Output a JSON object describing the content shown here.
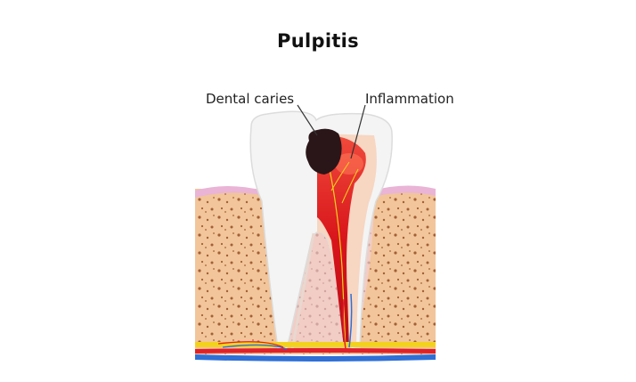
{
  "diagram": {
    "title": "Pulpitis",
    "labels": {
      "caries": "Dental caries",
      "inflammation": "Inflammation"
    }
  },
  "colors": {
    "bone": "#f2c59a",
    "bone_pores": "#a35f35",
    "gum": "#e9b4d6",
    "enamel": "#f4f4f4",
    "dentin": "#f7d6c2",
    "pulp_inflamed": "#d8141a",
    "caries": "#2a1618",
    "artery": "#e0202a",
    "vein": "#2f6fd6",
    "nerve": "#f3d21e"
  }
}
